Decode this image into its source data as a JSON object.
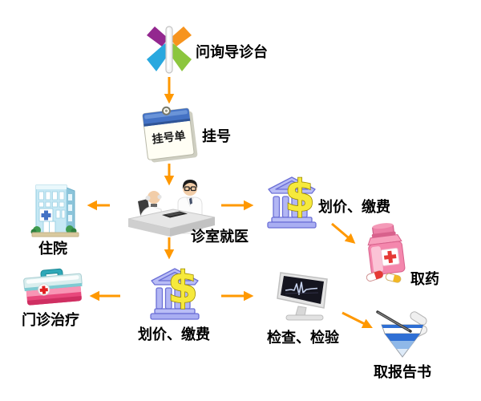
{
  "canvas": {
    "background": "#FFFFFF",
    "arrow_color": "#FF9800",
    "text_color": "#000000"
  },
  "nodes": {
    "inquiry": {
      "label": "问询导诊台",
      "icon": "guide-star-icon"
    },
    "register": {
      "label": "挂号",
      "icon": "registration-slip-icon",
      "slip_text": "挂号单"
    },
    "clinic": {
      "label": "诊室就医",
      "icon": "doctors-desk-icon"
    },
    "hospitalize": {
      "label": "住院",
      "icon": "hospital-building-icon"
    },
    "pricing_upper": {
      "label": "划价、缴费",
      "icon": "bank-dollar-icon",
      "badge": "$"
    },
    "pharmacy": {
      "label": "取药",
      "icon": "medicine-bottle-icon"
    },
    "pricing_lower": {
      "label": "划价、缴费",
      "icon": "bank-dollar-icon",
      "badge": "$"
    },
    "outpatient": {
      "label": "门诊治疗",
      "icon": "first-aid-kit-icon"
    },
    "exam": {
      "label": "检查、检验",
      "icon": "ecg-monitor-icon"
    },
    "report": {
      "label": "取报告书",
      "icon": "report-basket-icon"
    }
  },
  "edges": [
    {
      "from": "inquiry",
      "to": "register"
    },
    {
      "from": "register",
      "to": "clinic"
    },
    {
      "from": "clinic",
      "to": "hospitalize"
    },
    {
      "from": "clinic",
      "to": "pricing_upper"
    },
    {
      "from": "pricing_upper",
      "to": "pharmacy"
    },
    {
      "from": "clinic",
      "to": "pricing_lower"
    },
    {
      "from": "pricing_lower",
      "to": "outpatient"
    },
    {
      "from": "pricing_lower",
      "to": "exam"
    },
    {
      "from": "exam",
      "to": "report"
    }
  ]
}
